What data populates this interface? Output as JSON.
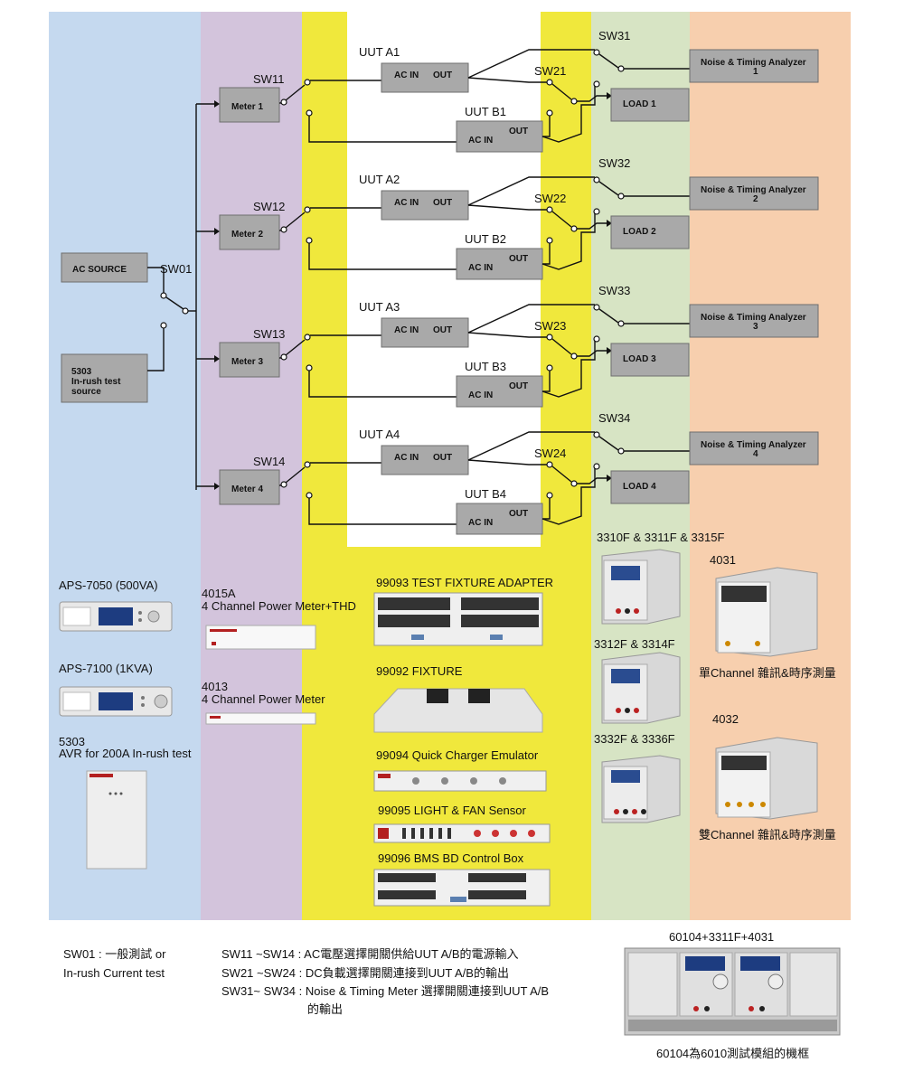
{
  "sources": {
    "ac_source": "AC SOURCE",
    "inrush": [
      "5303",
      "In-rush test",
      "source"
    ],
    "sw01": "SW01"
  },
  "meters": [
    {
      "name": "Meter 1",
      "sw": "SW11"
    },
    {
      "name": "Meter 2",
      "sw": "SW12"
    },
    {
      "name": "Meter 3",
      "sw": "SW13"
    },
    {
      "name": "Meter 4",
      "sw": "SW14"
    }
  ],
  "uuts": [
    {
      "a": "UUT A1",
      "b": "UUT B1",
      "ac_in": "AC IN",
      "out": "OUT",
      "sw_load": "SW21",
      "sw_noise": "SW31",
      "load": "LOAD 1",
      "analyzer": [
        "Noise & Timing Analyzer",
        "1"
      ]
    },
    {
      "a": "UUT A2",
      "b": "UUT B2",
      "ac_in": "AC IN",
      "out": "OUT",
      "sw_load": "SW22",
      "sw_noise": "SW32",
      "load": "LOAD 2",
      "analyzer": [
        "Noise & Timing Analyzer",
        "2"
      ]
    },
    {
      "a": "UUT A3",
      "b": "UUT B3",
      "ac_in": "AC IN",
      "out": "OUT",
      "sw_load": "SW23",
      "sw_noise": "SW33",
      "load": "LOAD 3",
      "analyzer": [
        "Noise & Timing Analyzer",
        "3"
      ]
    },
    {
      "a": "UUT A4",
      "b": "UUT B4",
      "ac_in": "AC IN",
      "out": "OUT",
      "sw_load": "SW24",
      "sw_noise": "SW34",
      "load": "LOAD 4",
      "analyzer": [
        "Noise & Timing Analyzer",
        "4"
      ]
    }
  ],
  "equipment": {
    "aps7050": "APS-7050 (500VA)",
    "aps7100": "APS-7100 (1KVA)",
    "avr5303": [
      "5303",
      "AVR for 200A In-rush test"
    ],
    "meter4015a": [
      "4015A",
      "4 Channel Power Meter+THD"
    ],
    "meter4013": [
      "4013",
      "4 Channel Power Meter"
    ],
    "f99093": "99093 TEST FIXTURE ADAPTER",
    "f99092": "99092 FIXTURE",
    "f99094": "99094 Quick Charger Emulator",
    "f99095": "99095 LIGHT & FAN Sensor",
    "f99096": "99096 BMS BD Control Box",
    "load1": "3310F & 3311F & 3315F",
    "load2": "3312F & 3314F",
    "load3": "3332F & 3336F",
    "a4031": "4031",
    "a4031_desc": "單Channel 雜訊&時序測量",
    "a4032": "4032",
    "a4032_desc": "雙Channel 雜訊&時序測量"
  },
  "notes": {
    "sw01": [
      "SW01 : 一般測試 or",
      "In-rush Current test"
    ],
    "sw11": "SW11 ~SW14 : AC電壓選擇開關供給UUT A/B的電源輸入",
    "sw21": "SW21 ~SW24 : DC負載選擇開關連接到UUT A/B的輸出",
    "sw31": "SW31~ SW34 : Noise & Timing Meter 選擇開關連接到UUT A/B",
    "sw31b": "的輸出",
    "frame_title": "60104+3311F+4031",
    "frame_desc": "60104為6010測試模組的機框"
  },
  "colors": {
    "blue": "#c5d9ef",
    "purple": "#d3c4dc",
    "yellow": "#f0e83c",
    "green": "#d7e4c4",
    "orange": "#f7cfae"
  }
}
